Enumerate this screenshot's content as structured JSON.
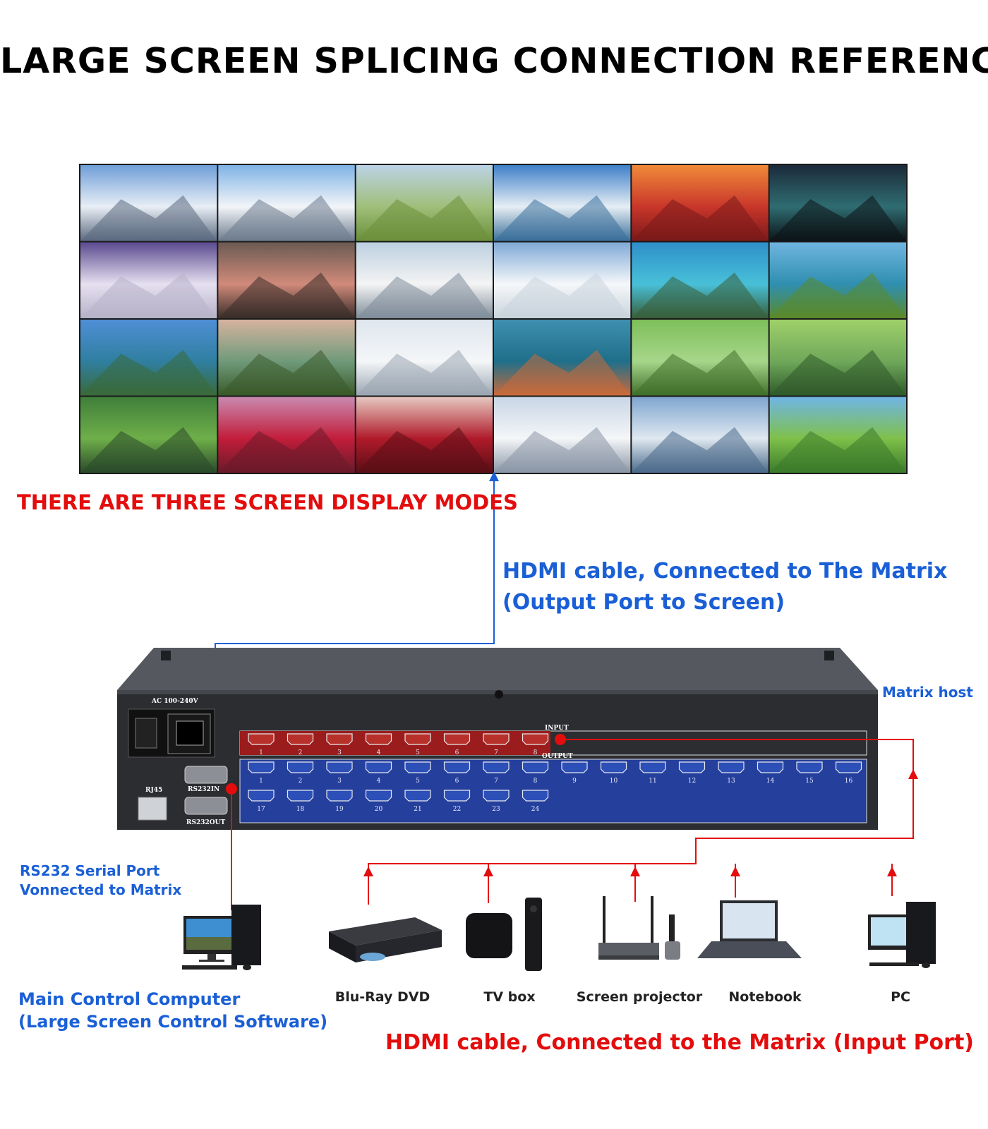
{
  "title": "LARGE SCREEN SPLICING CONNECTION REFERENCE",
  "modes_text": "THERE ARE THREE SCREEN DISPLAY MODES",
  "output_cable": {
    "line1": "HDMI cable, Connected to The Matrix",
    "line2": "(Output Port to Screen)"
  },
  "matrix_host": "Matrix host",
  "rs232": {
    "line1": "RS232 Serial Port",
    "line2": "Vonnected to Matrix"
  },
  "main_computer": {
    "line1": "Main Control Computer",
    "line2": "(Large Screen Control Software)"
  },
  "input_cable": "HDMI cable, Connected to the Matrix (Input Port)",
  "devices": [
    {
      "name": "Blu-Ray DVD",
      "icon": "bluray-dvd-icon"
    },
    {
      "name": "TV box",
      "icon": "tv-box-icon"
    },
    {
      "name": "Screen projector",
      "icon": "screen-projector-icon"
    },
    {
      "name": "Notebook",
      "icon": "notebook-icon"
    },
    {
      "name": "PC",
      "icon": "pc-icon"
    }
  ],
  "panel": {
    "ac_label": "AC 100-240V",
    "rj45_label": "RJ45",
    "rs232in_label": "RS232IN",
    "rs232out_label": "RS232OUT",
    "input_label": "INPUT",
    "output_label": "OUTPUT",
    "input_ports": [
      "1",
      "2",
      "3",
      "4",
      "5",
      "6",
      "7",
      "8"
    ],
    "output_ports": [
      "1",
      "2",
      "3",
      "4",
      "5",
      "6",
      "7",
      "8",
      "9",
      "10",
      "11",
      "12",
      "13",
      "14",
      "15",
      "16",
      "17",
      "18",
      "19",
      "20",
      "21",
      "22",
      "23",
      "24"
    ]
  },
  "colors": {
    "input_line": "#e30d0d",
    "output_line": "#1a5fd6",
    "input_panel": "#9b1c1c",
    "output_panel": "#253f9c"
  },
  "video_wall": {
    "rows": 4,
    "cols": 6
  }
}
